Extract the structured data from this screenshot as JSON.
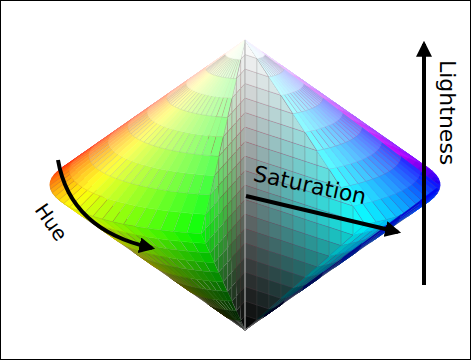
{
  "diagram": {
    "labels": [
      "Hue",
      "Saturation",
      "Lightness"
    ]
  }
}
